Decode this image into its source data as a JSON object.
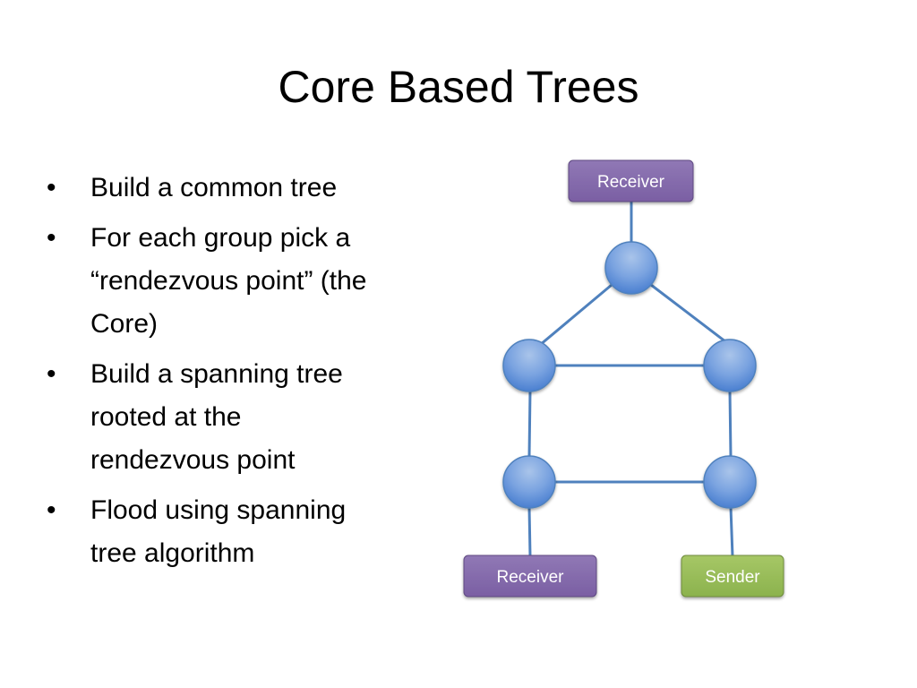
{
  "slide": {
    "title": "Core Based Trees",
    "bullets": [
      {
        "marker": "•",
        "lines": [
          "Build a common tree"
        ]
      },
      {
        "marker": "•",
        "lines": [
          "For each group pick a",
          "“rendezvous point” (the",
          "Core)"
        ]
      },
      {
        "marker": "•",
        "lines": [
          "Build a spanning tree",
          "rooted at the",
          "rendezvous point"
        ]
      },
      {
        "marker": "•",
        "lines": [
          "Flood using spanning",
          "tree algorithm"
        ]
      }
    ]
  },
  "diagram": {
    "boxes": {
      "top_receiver": {
        "label": "Receiver",
        "color": "#8064a2"
      },
      "bottom_receiver": {
        "label": "Receiver",
        "color": "#8064a2"
      },
      "sender": {
        "label": "Sender",
        "color": "#9bbb59"
      }
    },
    "colors": {
      "node_fill": "#4f81bd",
      "edge": "#4f81bd"
    }
  }
}
